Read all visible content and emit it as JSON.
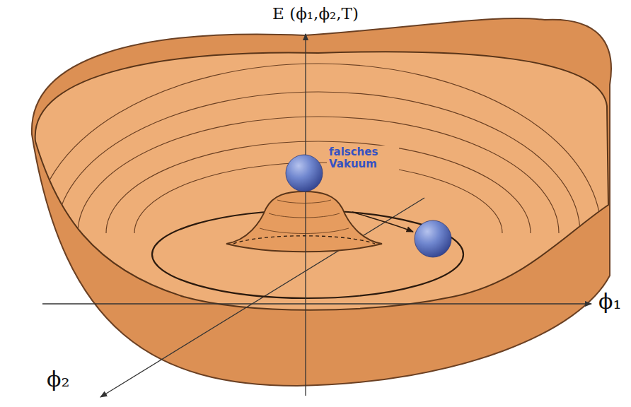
{
  "diagram": {
    "labels": [
      "E (ϕ₁,ϕ₂,T)",
      "falsches Vakuum",
      "ϕ₁",
      "ϕ₂"
    ]
  }
}
